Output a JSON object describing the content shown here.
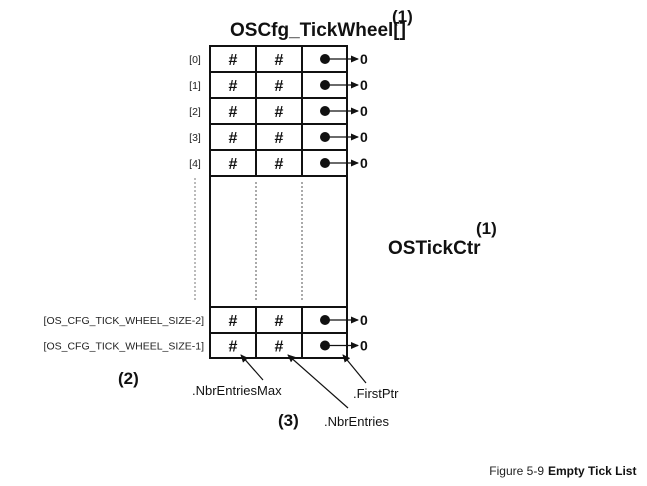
{
  "diagram": {
    "array_name": "OSCfg_TickWheel[]",
    "array_note": "(1)",
    "counter_name": "OSTickCtr",
    "counter_note": "(1)",
    "index_note": "(2)",
    "fields_note": "(3)",
    "cell_value": "#",
    "null_value": "0",
    "top_rows": [
      {
        "index": "[0]"
      },
      {
        "index": "[1]"
      },
      {
        "index": "[2]"
      },
      {
        "index": "[3]"
      },
      {
        "index": "[4]"
      }
    ],
    "bottom_rows": [
      {
        "index": "[OS_CFG_TICK_WHEEL_SIZE-2]"
      },
      {
        "index": "[OS_CFG_TICK_WHEEL_SIZE-1]"
      }
    ],
    "fields": {
      "nbr_entries_max": ".NbrEntriesMax",
      "nbr_entries": ".NbrEntries",
      "first_ptr": ".FirstPtr"
    },
    "caption": {
      "figure_label": "Figure 5-9",
      "title": "Empty Tick List"
    }
  }
}
